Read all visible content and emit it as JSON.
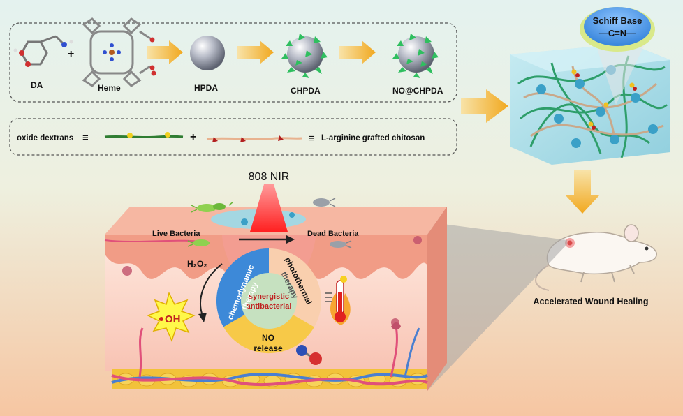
{
  "synthesis": {
    "items": [
      {
        "label": "DA"
      },
      {
        "label": "Heme"
      },
      {
        "label": "HPDA"
      },
      {
        "label": "CHPDA"
      },
      {
        "label": "NO@CHPDA"
      }
    ],
    "plus": "+"
  },
  "polymers": {
    "oxide_dextrans": "oxide dextrans",
    "equiv": "≡",
    "plus": "+",
    "chitosan": "L-arginine  grafted chitosan"
  },
  "schiff": {
    "title": "Schiff Base",
    "bond": "—C=N—"
  },
  "nir": {
    "label": "808 NIR"
  },
  "bacteria": {
    "live": "Live Bacteria",
    "dead": "Dead Bacteria"
  },
  "therapy": {
    "h2o2": "H₂O₂",
    "oh": "OH",
    "chemo_line1": "chemodynamic",
    "chemo_line2": "therapy",
    "photo_line1": "photothermal",
    "photo_line2": "therapy",
    "no_line1": "NO",
    "no_line2": "release",
    "center_line1": "synergistic",
    "center_line2": "antibacterial"
  },
  "wound": {
    "label": "Accelerated Wound Healing"
  },
  "colors": {
    "bg_top": "#dff0ee",
    "bg_bottom": "#f6c7a4",
    "arrow": "#f1a81f",
    "sphere_grey": "#a7abb7",
    "sphere_green": "#2fbf5f",
    "skin": "#f3a88f",
    "dermis": "#fbd6c8",
    "fat": "#f2c23a",
    "laser": "#ff3b3b",
    "chemo_blue": "#3d89d8",
    "photo_peach": "#f9cfae",
    "no_yellow": "#f7c948",
    "center_green": "#c6e1c0",
    "hydrogel": "#9fd8e6",
    "schiff_blue": "#3c8de2"
  }
}
